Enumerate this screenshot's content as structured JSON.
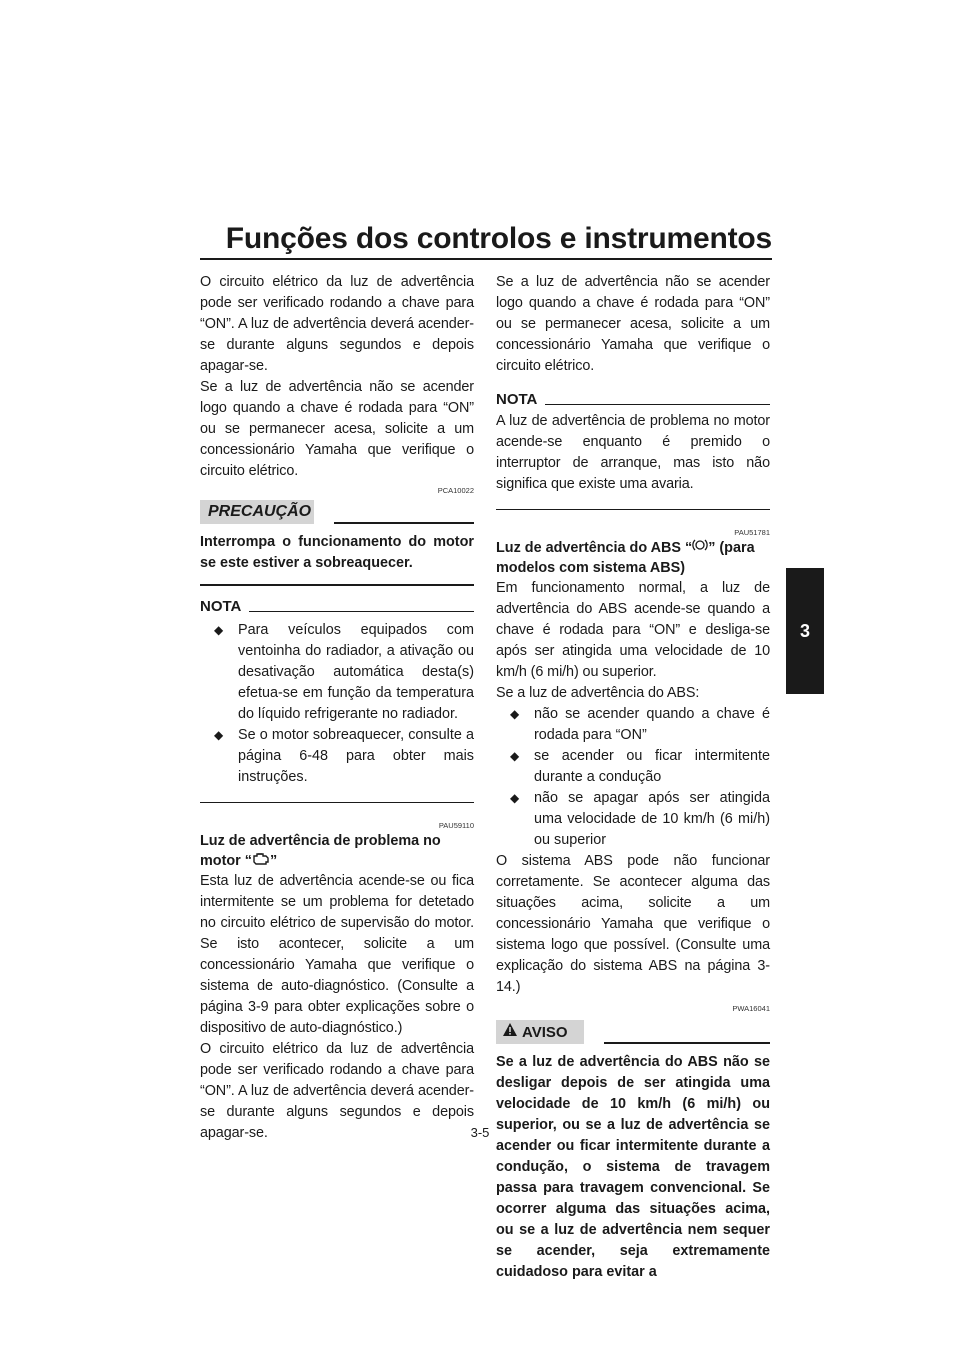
{
  "header": {
    "title": "Funções dos controlos e instrumentos",
    "chapter": "3"
  },
  "left": {
    "p1": "O circuito elétrico da luz de advertência pode ser verificado rodando a chave para “ON”. A luz de advertência deverá acender-se durante alguns segundos e depois apagar-se.",
    "p2": "Se a luz de advertência não se acender logo quando a chave é rodada para “ON” ou se permanecer acesa, solicite a um concessionário Yamaha que verifique o circuito elétrico.",
    "precaucao_code": "PCA10022",
    "precaucao_label": "PRECAUÇÃO",
    "precaucao_text": "Interrompa o funcionamento do motor se este estiver a sobreaquecer.",
    "nota_label": "NOTA",
    "nota_items": [
      "Para veículos equipados com ventoinha do radiador, a ativação ou desativação automática desta(s) efetua-se em função da temperatura do líquido refrigerante no radiador.",
      "Se o motor sobreaquecer, consulte a página 6-48 para obter mais instruções."
    ],
    "section_code": "PAU59110",
    "heading_pre": "Luz de advertência de problema no motor “",
    "heading_post": "”",
    "p3": "Esta luz de advertência acende-se ou fica intermitente se um problema for detetado no circuito elétrico de supervisão do motor. Se isto acontecer, solicite a um concessionário Yamaha que verifique o sistema de auto-diagnóstico. (Consulte a página 3-9 para obter explicações sobre o dispositivo de auto-diagnóstico.)",
    "p4": "O circuito elétrico da luz de advertência pode ser verificado rodando a chave para “ON”. A luz de advertência deverá acender-se durante alguns segundos e depois apagar-se."
  },
  "right": {
    "p1": "Se a luz de advertência não se acender logo quando a chave é rodada para “ON” ou se permanecer acesa, solicite a um concessionário Yamaha que verifique o circuito elétrico.",
    "nota_label": "NOTA",
    "nota_text": "A luz de advertência de problema no motor acende-se enquanto é premido o interruptor de arranque, mas isto não significa que existe uma avaria.",
    "section_code": "PAU51781",
    "heading_pre": "Luz de advertência do ABS “",
    "heading_post": "” (para modelos com sistema ABS)",
    "p2": "Em funcionamento normal, a luz de advertência do ABS acende-se quando a chave é rodada para “ON” e desliga-se após ser atingida uma velocidade de 10 km/h (6 mi/h) ou superior.",
    "p3": "Se a luz de advertência do ABS:",
    "abs_items": [
      "não se acender quando a chave é rodada para “ON”",
      "se acender ou ficar intermitente durante a condução",
      "não se apagar após ser atingida uma velocidade de 10 km/h (6 mi/h) ou superior"
    ],
    "p4": "O sistema ABS pode não funcionar corretamente. Se acontecer alguma das situações acima, solicite a um concessionário Yamaha que verifique o sistema logo que possível. (Consulte uma explicação do sistema ABS na página 3-14.)",
    "aviso_code": "PWA16041",
    "aviso_label": "AVISO",
    "aviso_text": "Se a luz de advertência do ABS não se desligar depois de ser atingida uma velocidade de 10 km/h (6 mi/h) ou superior, ou se a luz de advertência se acender ou ficar intermitente durante a condução, o sistema de travagem passa para travagem convencional. Se ocorrer alguma das situações acima, ou se a luz de advertência nem sequer se acender, seja extremamente cuidadoso para evitar a"
  },
  "footer": {
    "page_number": "3-5"
  },
  "icons": [
    "engine-warning-icon",
    "abs-warning-icon",
    "warning-triangle-icon",
    "bullet-diamond-icon"
  ]
}
